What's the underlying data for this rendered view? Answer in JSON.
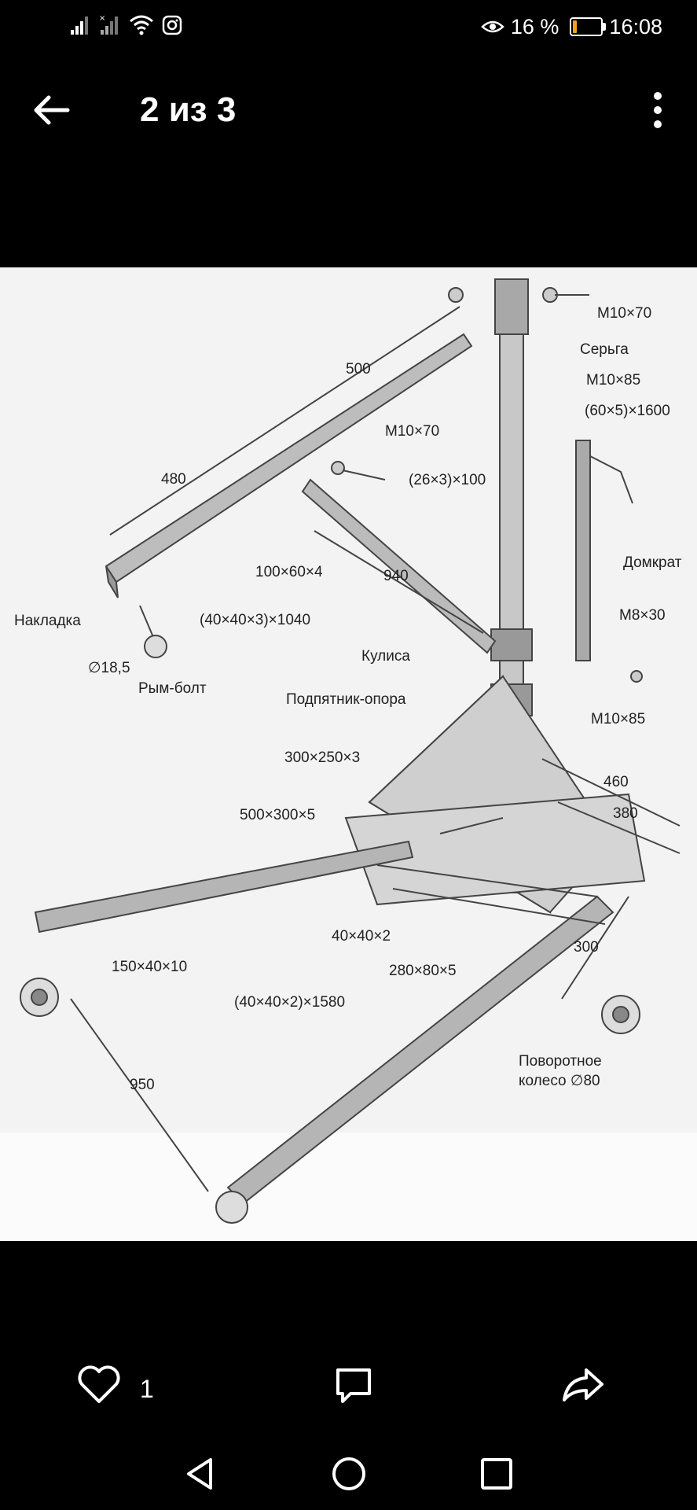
{
  "status": {
    "battery_percent": "16 %",
    "battery_level": 0.16,
    "time": "16:08",
    "icons": [
      "signal-icon",
      "signal-icon",
      "wifi-icon",
      "instagram-icon",
      "eye-icon",
      "battery-icon"
    ]
  },
  "header": {
    "title": "2 из 3",
    "back_icon": "arrow-left-icon",
    "menu_icon": "more-vertical-icon"
  },
  "drawing": {
    "labels": {
      "m10x70_top": "М10×70",
      "serga": "Серьга",
      "m10x85_top": "М10×85",
      "tube_main": "(60×5)×1600",
      "dim_500": "500",
      "dim_480": "480",
      "m10x70_mid": "М10×70",
      "tube_26": "(26×3)×100",
      "plate_100": "100×60×4",
      "jack": "Домкрат",
      "dim_940": "940",
      "overlay": "Накладка",
      "beam_1040": "(40×40×3)×1040",
      "m8x30": "М8×30",
      "diam_18": "∅18,5",
      "eyebolt": "Рым-болт",
      "kulisa": "Кулиса",
      "thrust": "Подпятник-опора",
      "m10x85_bot": "М10×85",
      "plate_300": "300×250×3",
      "dim_460": "460",
      "plate_500": "500×300×5",
      "dim_380": "380",
      "tube_40x2": "40×40×2",
      "plate_150": "150×40×10",
      "plate_280": "280×80×5",
      "dim_300": "300",
      "leg_1580": "(40×40×2)×1580",
      "dim_950": "950",
      "caster_1": "Поворотное",
      "caster_2": "колесо ∅80"
    }
  },
  "actions": {
    "like_count": "1",
    "like_icon": "heart-icon",
    "comment_icon": "comment-icon",
    "share_icon": "share-icon"
  },
  "navbar": {
    "back_icon": "triangle-back-icon",
    "home_icon": "circle-home-icon",
    "recents_icon": "square-recents-icon"
  }
}
